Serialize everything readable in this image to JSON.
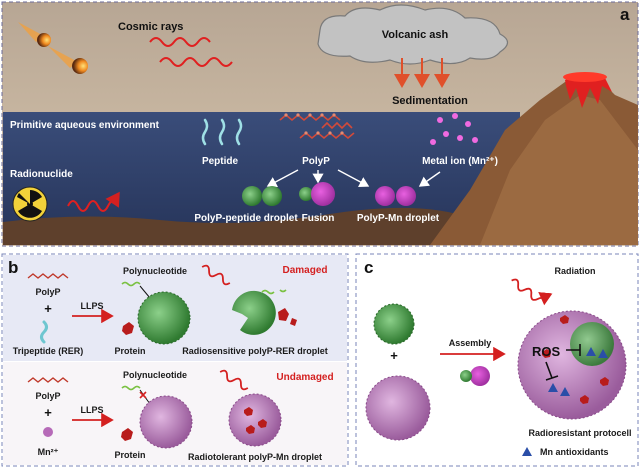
{
  "panel_a": {
    "letter": "a",
    "cosmic_rays": "Cosmic rays",
    "volcanic_ash": "Volcanic ash",
    "sedimentation": "Sedimentation",
    "primitive_env": "Primitive aqueous environment",
    "radionuclide": "Radionuclide",
    "peptide": "Peptide",
    "polyp": "PolyP",
    "metal_ion": "Metal ion (Mn²⁺)",
    "polyp_peptide_droplet": "PolyP-peptide droplet",
    "fusion": "Fusion",
    "polyp_mn_droplet": "PolyP-Mn droplet"
  },
  "panel_b": {
    "letter": "b",
    "top": {
      "polyp": "PolyP",
      "plus": "+",
      "tripeptide": "Tripeptide (RER)",
      "llps": "LLPS",
      "polynucleotide": "Polynucleotide",
      "protein": "Protein",
      "status": "Damaged",
      "droplet": "Radiosensitive polyP-RER droplet"
    },
    "bottom": {
      "polyp": "PolyP",
      "plus": "+",
      "mn": "Mn²⁺",
      "llps": "LLPS",
      "polynucleotide": "Polynucleotide",
      "protein": "Protein",
      "status": "Undamaged",
      "droplet": "Radiotolerant polyP-Mn droplet"
    }
  },
  "panel_c": {
    "letter": "c",
    "radiation": "Radiation",
    "plus": "+",
    "assembly": "Assembly",
    "ros": "ROS",
    "protocell": "Radioresistant protocell",
    "legend": "Mn antioxidants"
  },
  "colors": {
    "sky": "#c9b8a4",
    "sea": "#2f3f6a",
    "seafloor": "#6a4a35",
    "rock": "#a0714a",
    "lava": "#e02020",
    "panel_b_bg": "#e6e8f4",
    "dashed_border": "#7a86b8",
    "green_droplet": "#4a9a48",
    "pink_droplet": "#c48bc4",
    "arrow_red": "#d42020",
    "mn_triangle": "#2a4ea8"
  }
}
